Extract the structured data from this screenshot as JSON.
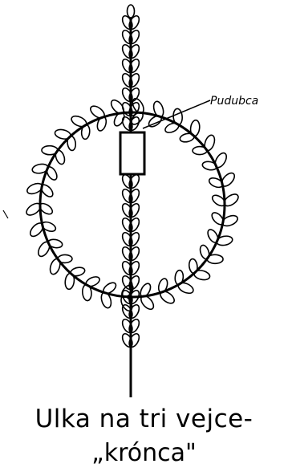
{
  "diagram": {
    "label": "Pudubca",
    "caption_line1": "Ulka na tri vejce-",
    "caption_line2": "„krónca\"",
    "ink_color": "#000000"
  }
}
